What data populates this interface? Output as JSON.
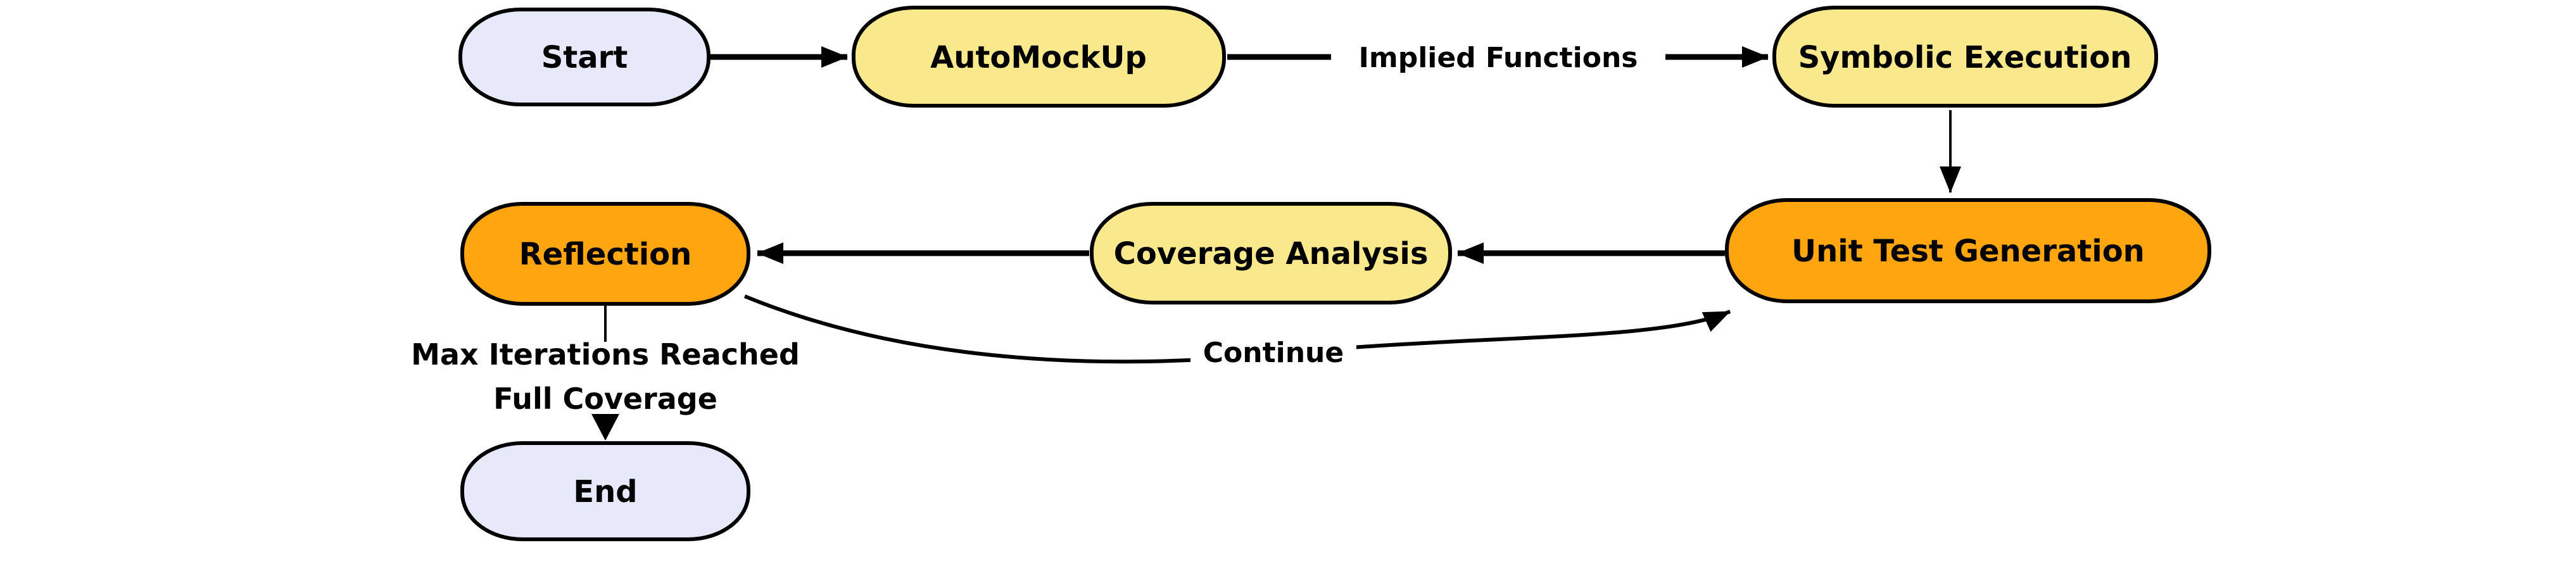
{
  "diagram": {
    "title": "unit test generation workflow flowchart",
    "background": "#FFFFFF",
    "colors": {
      "terminal_fill": "#E6E9F9",
      "process_fill": "#FAE98C",
      "active_fill": "#FFA510",
      "border": "#000000",
      "edge_color": "#000000",
      "label_color": "#000000"
    },
    "nodes": [
      {
        "id": "start",
        "label": "Start",
        "type": "terminal"
      },
      {
        "id": "automockup",
        "label": "AutoMockUp",
        "type": "process"
      },
      {
        "id": "symbolic_execution",
        "label": "Symbolic Execution",
        "type": "process"
      },
      {
        "id": "unit_test_generation",
        "label": "Unit Test Generation",
        "type": "active"
      },
      {
        "id": "coverage_analysis",
        "label": "Coverage Analysis",
        "type": "process"
      },
      {
        "id": "reflection",
        "label": "Reflection",
        "type": "active"
      },
      {
        "id": "end",
        "label": "End",
        "type": "terminal"
      }
    ],
    "edge_labels": {
      "implied_functions": "Implied Functions",
      "continue": "Continue",
      "max_iterations_reached": "Max Iterations Reached",
      "full_coverage": "Full Coverage"
    },
    "edges": [
      {
        "from": "start",
        "to": "automockup",
        "label": ""
      },
      {
        "from": "automockup",
        "to": "symbolic_execution",
        "label": "Implied Functions"
      },
      {
        "from": "symbolic_execution",
        "to": "unit_test_generation",
        "label": ""
      },
      {
        "from": "unit_test_generation",
        "to": "coverage_analysis",
        "label": ""
      },
      {
        "from": "coverage_analysis",
        "to": "reflection",
        "label": ""
      },
      {
        "from": "reflection",
        "to": "unit_test_generation",
        "label": "Continue"
      },
      {
        "from": "reflection",
        "to": "end",
        "label": "Max Iterations Reached / Full Coverage"
      }
    ]
  }
}
